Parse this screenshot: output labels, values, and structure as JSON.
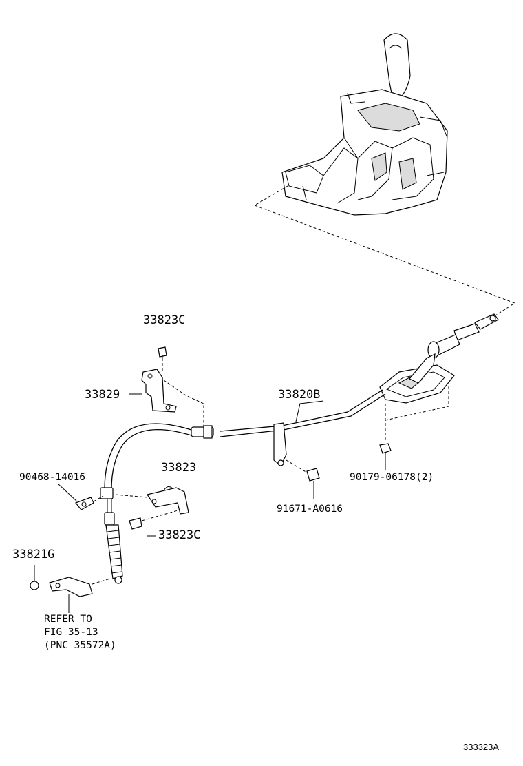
{
  "diagram": {
    "labels": {
      "p_33823C_top": "33823C",
      "p_33829": "33829",
      "p_33820B": "33820B",
      "p_90468": "90468-14016",
      "p_33823": "33823",
      "p_33823C_bottom": "33823C",
      "p_33821G": "33821G",
      "p_91671": "91671-A0616",
      "p_90179": "90179-06178(2)"
    },
    "refer": {
      "line1": "REFER TO",
      "line2": "FIG 35-13",
      "line3": "(PNC 35572A)"
    },
    "figure_id": "333323A"
  }
}
